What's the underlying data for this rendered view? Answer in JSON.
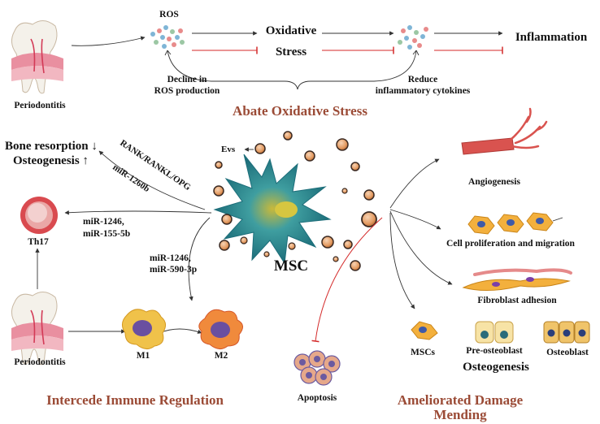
{
  "top": {
    "periodontitis": "Periodontitis",
    "ros": "ROS",
    "oxidative": "Oxidative",
    "stress": "Stress",
    "inflammation": "Inflammation",
    "decline_line1": "Decline in",
    "decline_line2": "ROS production",
    "reduce_line1": "Reduce",
    "reduce_line2": "inflammatory cytokines",
    "section_title": "Abate Oxidative Stress"
  },
  "left": {
    "bone_resorption": "Bone resorption ↓",
    "osteogenesis": "Osteogenesis ↑",
    "rank_label": "RANK/RANKL/OPG",
    "mir1260b": "miR-1260b",
    "mir_th17_line1": "miR-1246,",
    "mir_th17_line2": "miR-155-5b",
    "th17": "Th17",
    "mir_m_line1": "miR-1246,",
    "mir_m_line2": "miR-590-3p",
    "periodontitis": "Periodontitis",
    "m1": "M1",
    "m2": "M2",
    "section_title": "Intercede Immune Regulation"
  },
  "center": {
    "evs": "Evs",
    "msc": "MSC",
    "apoptosis": "Apoptosis"
  },
  "right": {
    "angiogenesis": "Angiogenesis",
    "proliferation": "Cell proliferation and migration",
    "fibroblast": "Fibroblast adhesion",
    "mscs": "MSCs",
    "pre_osteoblast": "Pre-osteoblast",
    "osteoblast": "Osteoblast",
    "osteogenesis": "Osteogenesis",
    "section_title_line1": "Ameliorated Damage",
    "section_title_line2": "Mending"
  },
  "colors": {
    "section_title": "#9b4b36",
    "inhibit_line": "#d42a2a",
    "msc_body": "#2a8c93",
    "vesicle": "#e6a06a"
  }
}
